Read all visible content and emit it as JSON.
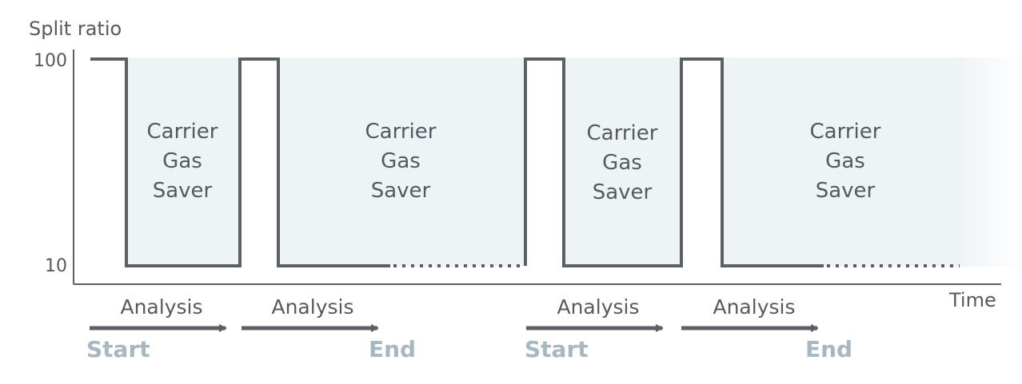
{
  "y_axis_label": "Split ratio",
  "x_axis_label": "Time",
  "y_ticks": [
    "100",
    "10"
  ],
  "region_label": [
    "Carrier",
    "Gas",
    "Saver"
  ],
  "analysis_label": "Analysis",
  "start_label": "Start",
  "end_label": "End",
  "colors": {
    "line": "#5b6065",
    "shade": "#eef3f6",
    "marker_text": "#a7b8c5",
    "text": "#555a5e"
  }
}
